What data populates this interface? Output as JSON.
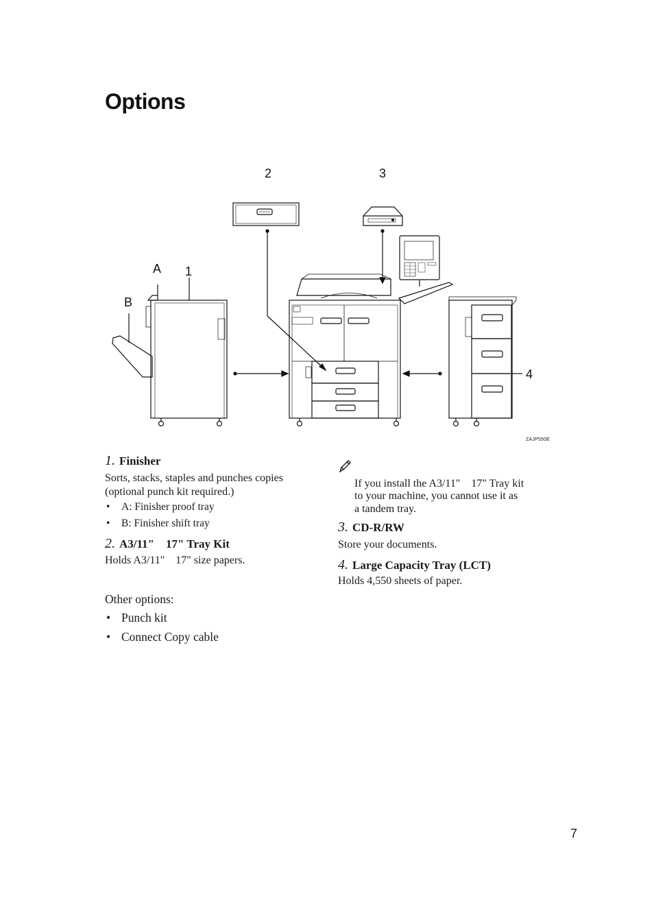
{
  "page": {
    "title": "Options",
    "page_number": "7",
    "figure_id": "ZAJP550E"
  },
  "figure": {
    "callouts": [
      "1",
      "2",
      "3",
      "4",
      "A",
      "B"
    ]
  },
  "items": [
    {
      "num": "1.",
      "title": "Finisher",
      "lines": [
        "Sorts, stacks, staples and punches copies",
        "(optional punch kit required.)"
      ],
      "bullets": [
        "A: Finisher proof tray",
        "B: Finisher shift tray"
      ]
    },
    {
      "num": "2.",
      "title": "A3/11\"    17\" Tray Kit",
      "lines": [
        "Holds A3/11\"    17\" size papers."
      ]
    },
    {
      "num": "3.",
      "title": "CD-R/RW",
      "lines": [
        "Store your documents."
      ]
    },
    {
      "num": "4.",
      "title": "Large Capacity Tray (LCT)",
      "lines": [
        "Holds 4,550 sheets of paper."
      ]
    }
  ],
  "note": {
    "lines": [
      "If you install the A3/11\"    17\" Tray kit",
      "to your machine, you cannot use it as",
      "a tandem tray."
    ]
  },
  "other_options": {
    "heading": "Other options:",
    "bullets": [
      "Punch kit",
      "Connect Copy cable"
    ]
  }
}
